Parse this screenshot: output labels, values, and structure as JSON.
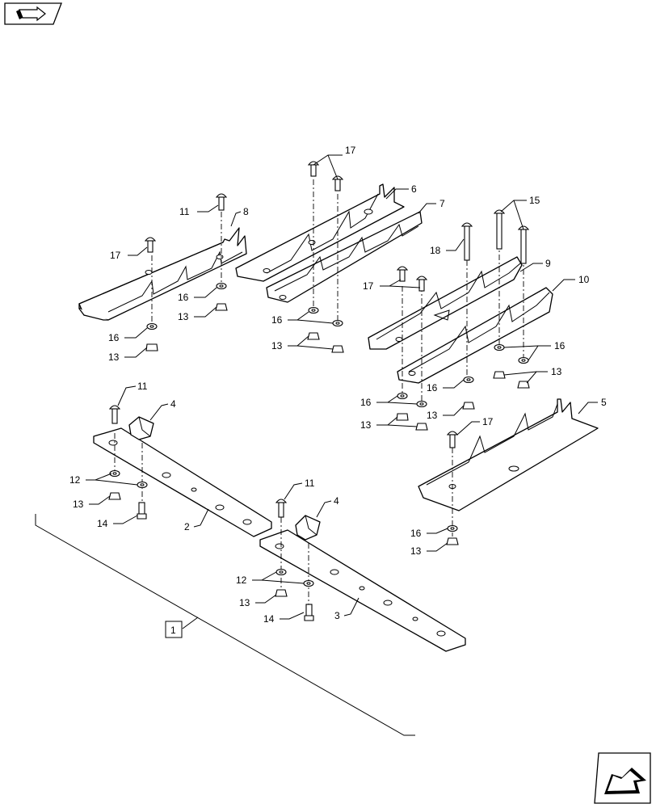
{
  "labels": {
    "p1": "1",
    "p2": "2",
    "p3": "3",
    "p4a": "4",
    "p4b": "4",
    "p5": "5",
    "p6": "6",
    "p7": "7",
    "p8": "8",
    "p9": "9",
    "p10": "10",
    "p11a": "11",
    "p11b": "11",
    "p11c": "11",
    "p12a": "12",
    "p12b": "12",
    "p13a": "13",
    "p13b": "13",
    "p13c": "13",
    "p13d": "13",
    "p13e": "13",
    "p13f": "13",
    "p13g": "13",
    "p13h": "13",
    "p13i": "13",
    "p14a": "14",
    "p14b": "14",
    "p15": "15",
    "p16a": "16",
    "p16b": "16",
    "p16c": "16",
    "p16d": "16",
    "p16e": "16",
    "p16f": "16",
    "p16g": "16",
    "p17a": "17",
    "p17b": "17",
    "p17c": "17",
    "p17d": "17",
    "p18": "18"
  },
  "icons": {
    "top_left": "previous-page-icon",
    "bottom_right": "next-page-icon"
  }
}
